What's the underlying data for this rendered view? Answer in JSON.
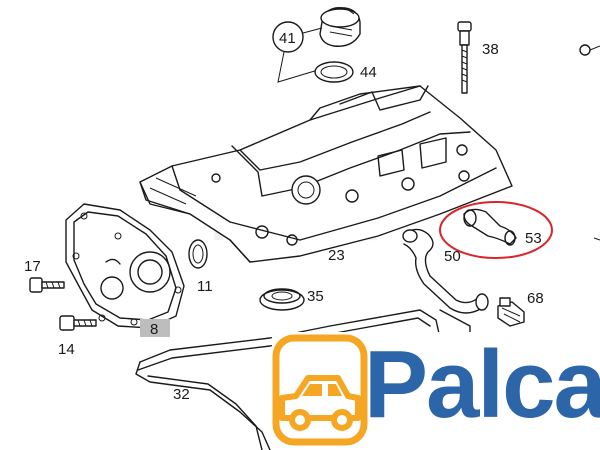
{
  "diagram": {
    "callouts": {
      "c41": "41",
      "c44": "44",
      "c38": "38",
      "c53": "53",
      "c50": "50",
      "c23": "23",
      "c17": "17",
      "c11": "11",
      "c35": "35",
      "c68": "68",
      "c8": "8",
      "c14": "14",
      "c32": "32"
    },
    "highlight_color": "#d9262b"
  },
  "logo": {
    "brand": "Palca",
    "brand_color": "#2c66a8",
    "icon_color": "#f5a623",
    "icon": "car-icon"
  }
}
